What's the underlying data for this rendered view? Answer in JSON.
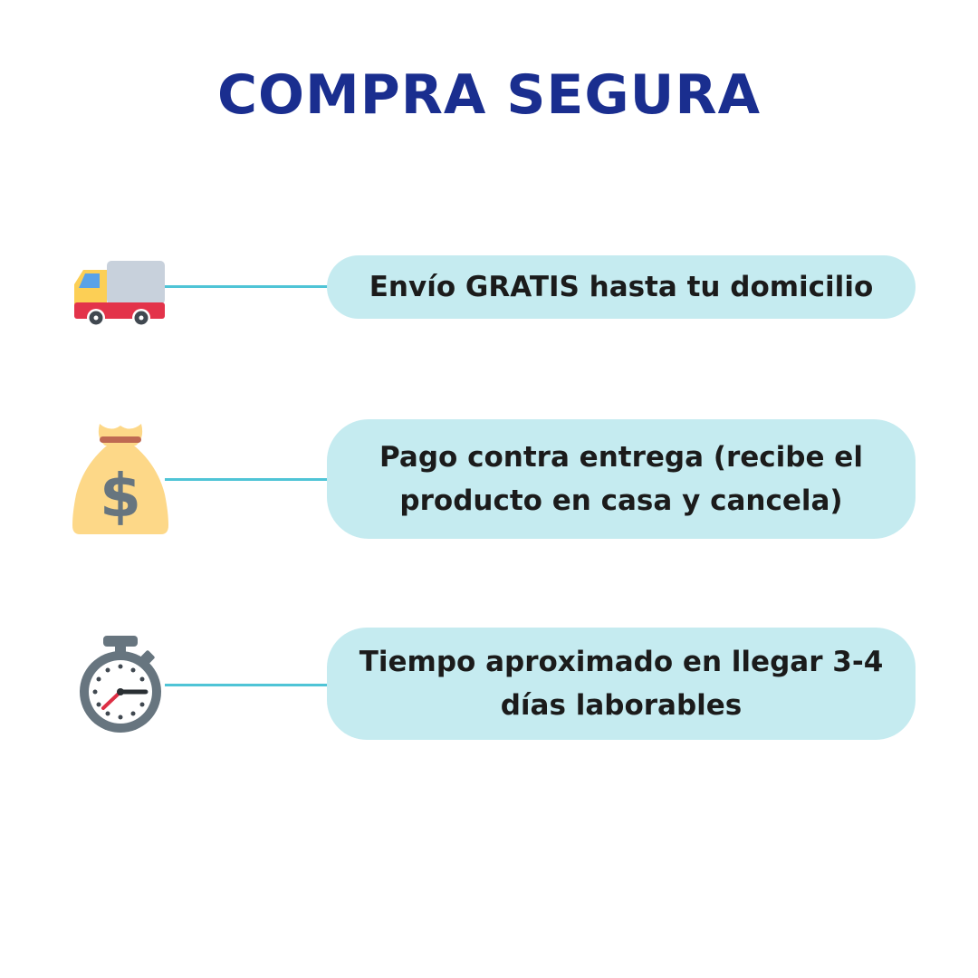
{
  "page": {
    "title": "COMPRA SEGURA",
    "title_color": "#1a2e8f",
    "connector_color": "#4fc4d6",
    "pill_color": "#c5ebf0"
  },
  "features": [
    {
      "icon": "truck-icon",
      "text": "Envío GRATIS hasta tu domicilio"
    },
    {
      "icon": "money-bag-icon",
      "text": "Pago contra entrega (recibe el producto en casa y cancela)"
    },
    {
      "icon": "stopwatch-icon",
      "text": "Tiempo aproximado en llegar 3-4 días laborables"
    }
  ]
}
